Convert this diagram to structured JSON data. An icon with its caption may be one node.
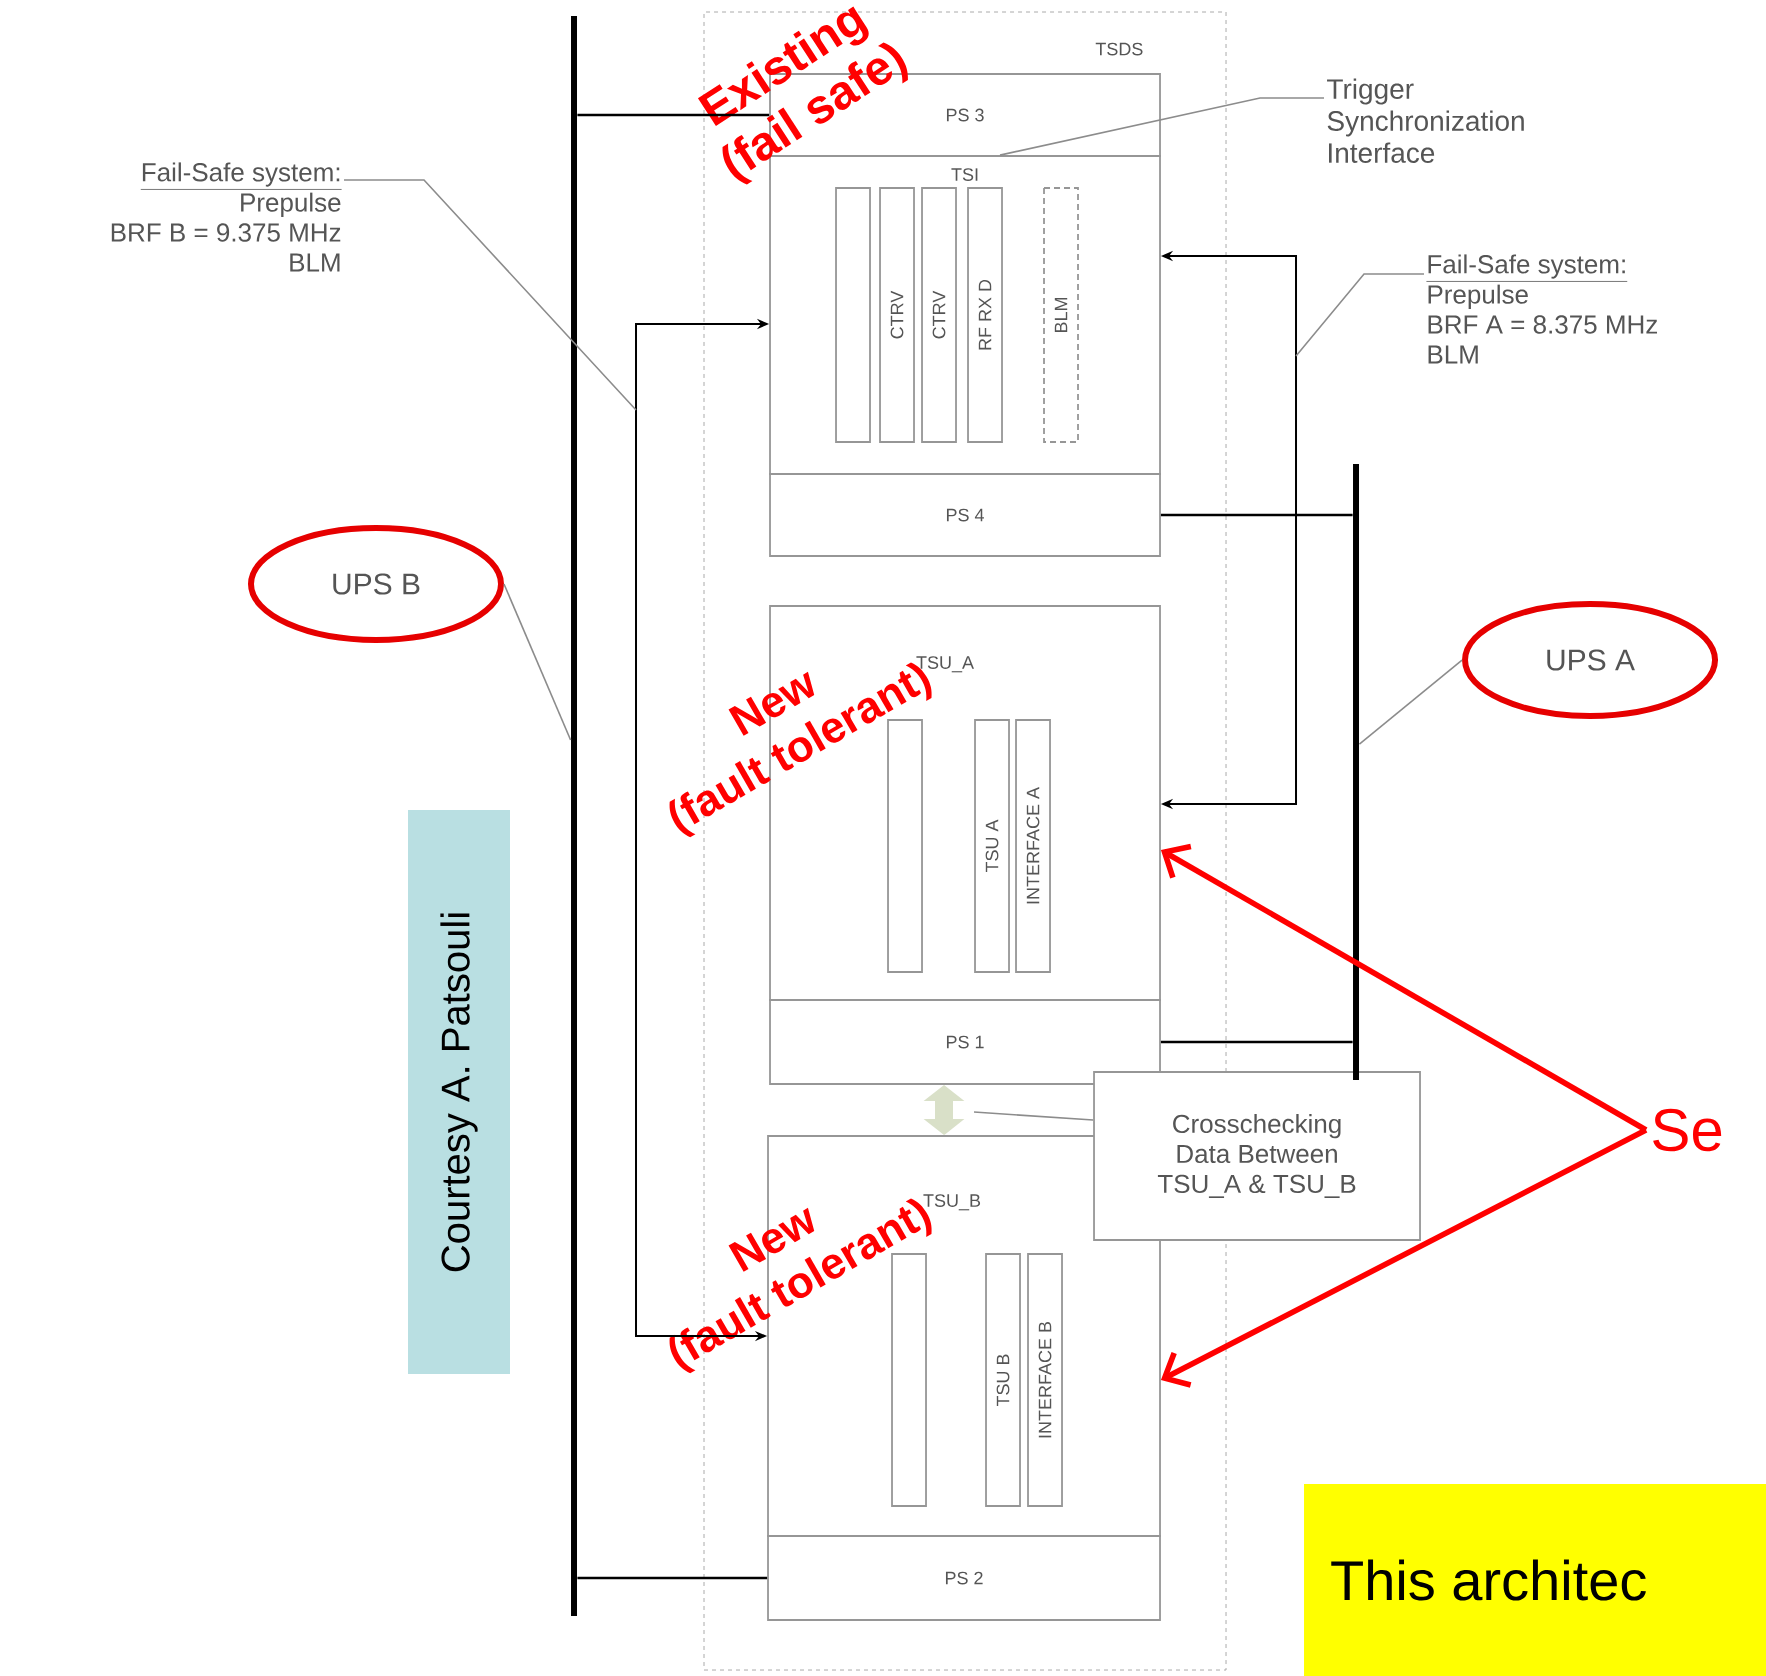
{
  "diagram": {
    "nodes": [
      {
        "text": [
          "TSDS"
        ]
      },
      {
        "text": [
          "PS 3"
        ],
        "in": 0
      },
      {
        "text": [
          "TSI"
        ],
        "in": 0
      },
      {
        "text": [],
        "shape": "box",
        "in": 2
      },
      {
        "text": [
          "CTRV"
        ],
        "in": 2
      },
      {
        "text": [
          "CTRV"
        ],
        "in": 2
      },
      {
        "text": [
          "RF RX D"
        ],
        "in": 2
      },
      {
        "text": [
          "BLM"
        ],
        "in": 2
      },
      {
        "text": [
          "PS 4"
        ],
        "in": 0
      },
      {
        "text": [
          "TSU_A"
        ],
        "in": 0
      },
      {
        "text": [],
        "shape": "box",
        "in": 9
      },
      {
        "text": [
          "TSU A"
        ],
        "in": 9
      },
      {
        "text": [
          "INTERFACE A"
        ],
        "in": 9
      },
      {
        "text": [
          "PS 1"
        ],
        "in": 0
      },
      {
        "text": [
          "TSU_B"
        ],
        "in": 0
      },
      {
        "text": [],
        "shape": "box",
        "in": 14
      },
      {
        "text": [
          "TSU B"
        ],
        "in": 14
      },
      {
        "text": [
          "INTERFACE B"
        ],
        "in": 14
      },
      {
        "text": [
          "PS 2"
        ],
        "in": 0
      },
      {
        "text": [
          "Crosschecking Data Between TSU_A & TSU_B"
        ]
      },
      {
        "text": [
          "Fail-Safe system:",
          "Prepulse BRF B = 9.375 MHz BLM"
        ]
      },
      {
        "text": [
          "Trigger Synchronization Interface"
        ]
      },
      {
        "text": [
          "Fail-Safe system:",
          "Prepulse BRF A = 8.375 MHz BLM"
        ]
      },
      {
        "text": [
          "UPS B"
        ]
      },
      {
        "text": [
          "UPS A"
        ]
      },
      {
        "text": [
          "Courtesy A. Patsouli"
        ]
      },
      {
        "text": [
          "Se"
        ]
      },
      {
        "text": [
          "This architec"
        ]
      },
      {
        "text": [],
        "shape": "bar"
      },
      {
        "text": [],
        "shape": "bar"
      }
    ],
    "edges": [
      {
        "from": 28,
        "to": 1,
        "arrow": "none"
      },
      {
        "from": 28,
        "to": 18,
        "arrow": "none"
      },
      {
        "from": 29,
        "to": 8,
        "arrow": "none"
      },
      {
        "from": 29,
        "to": 13,
        "arrow": "none"
      },
      {
        "from": 2,
        "to": 14,
        "arrow": "both"
      },
      {
        "from": 2,
        "to": 9,
        "arrow": "both"
      },
      {
        "from": 13,
        "to": 14,
        "arrow": "both",
        "style": "thick",
        "color": "#d9e0c8"
      },
      {
        "from": 20,
        "to": null,
        "arrow": "none",
        "color": "#8c8c8c"
      },
      {
        "from": 21,
        "to": 2,
        "arrow": "none",
        "color": "#8c8c8c"
      },
      {
        "from": 22,
        "to": null,
        "arrow": "none",
        "color": "#8c8c8c"
      },
      {
        "from": 23,
        "to": 28,
        "arrow": "none",
        "color": "#8c8c8c"
      },
      {
        "from": 24,
        "to": 29,
        "arrow": "none",
        "color": "#8c8c8c"
      },
      {
        "from": 19,
        "to": null,
        "arrow": "none",
        "color": "#8c8c8c"
      },
      {
        "from": 26,
        "to": 9,
        "arrow": "to",
        "style": "thick",
        "color": "#ff0000"
      },
      {
        "from": 26,
        "to": 14,
        "arrow": "to",
        "style": "thick",
        "color": "#ff0000"
      }
    ],
    "labels": [
      "Existing (fail safe)",
      "New (fault tolerant)",
      "New (fault tolerant)"
    ]
  }
}
